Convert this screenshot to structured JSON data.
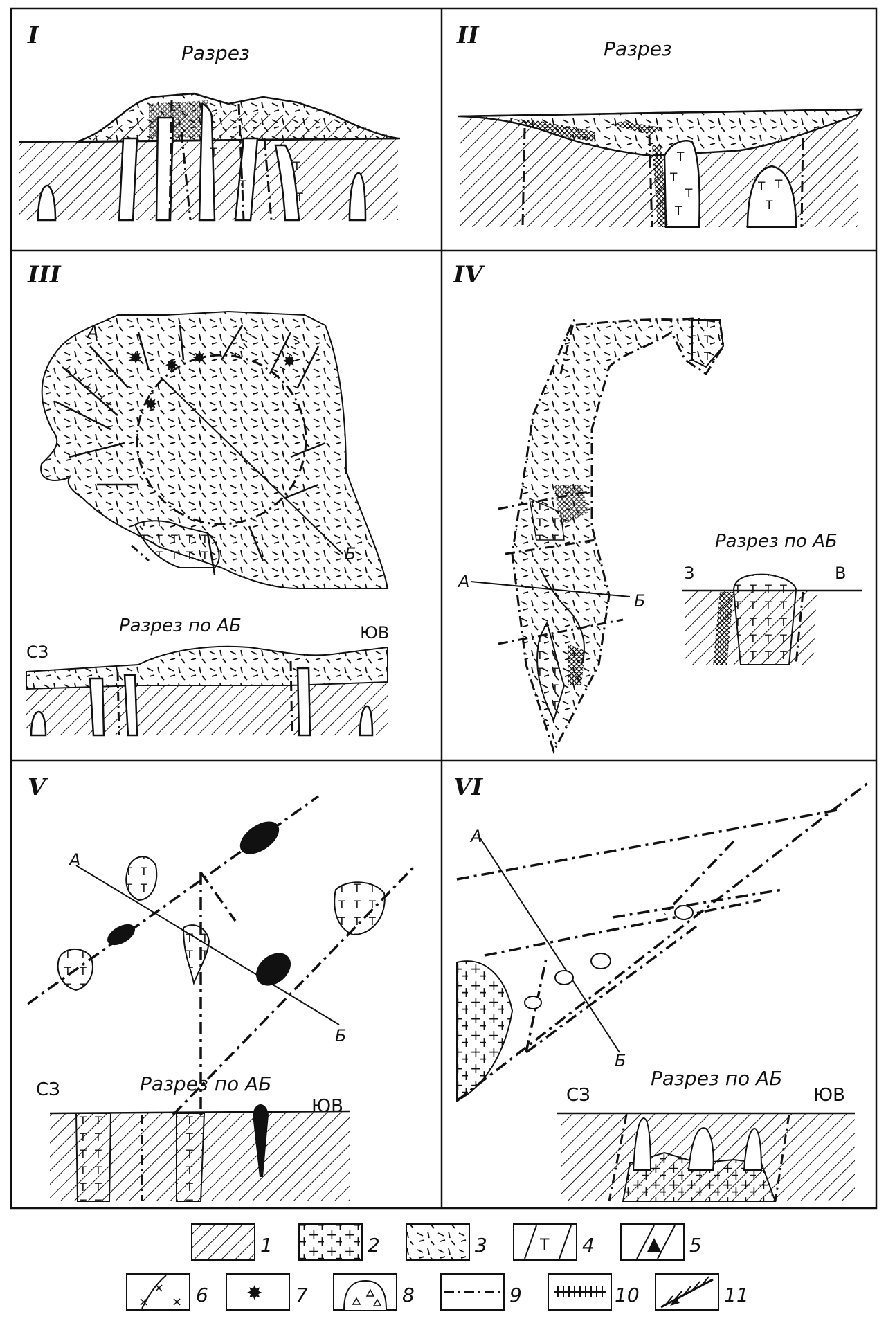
{
  "panels": [
    {
      "roman": "I",
      "caption": "Разрез"
    },
    {
      "roman": "II",
      "caption": "Разрез"
    },
    {
      "roman": "III",
      "caption": "Разрез по АБ",
      "left_dir": "СЗ",
      "right_dir": "ЮВ",
      "point_a": "А",
      "point_b": "Б"
    },
    {
      "roman": "IV",
      "caption": "Разрез по АБ",
      "left_dir": "З",
      "right_dir": "В",
      "point_a": "А",
      "point_b": "Б"
    },
    {
      "roman": "V",
      "caption": "Разрез по АБ",
      "left_dir": "СЗ",
      "right_dir": "ЮВ",
      "point_a": "А",
      "point_b": "Б"
    },
    {
      "roman": "VI",
      "caption": "Разрез по АБ",
      "left_dir": "СЗ",
      "right_dir": "ЮВ",
      "point_a": "А",
      "point_b": "Б"
    }
  ],
  "legend": [
    {
      "num": "1",
      "symbol": "hatch-diagonal"
    },
    {
      "num": "2",
      "symbol": "crosses"
    },
    {
      "num": "3",
      "symbol": "dashes"
    },
    {
      "num": "4",
      "symbol": "t-marks"
    },
    {
      "num": "5",
      "symbol": "black-triangles"
    },
    {
      "num": "6",
      "symbol": "x-marks"
    },
    {
      "num": "7",
      "symbol": "star"
    },
    {
      "num": "8",
      "symbol": "breccia-triangles"
    },
    {
      "num": "9",
      "symbol": "dash-dot-line"
    },
    {
      "num": "10",
      "symbol": "comb-line"
    },
    {
      "num": "11",
      "symbol": "hatched-contact"
    }
  ]
}
